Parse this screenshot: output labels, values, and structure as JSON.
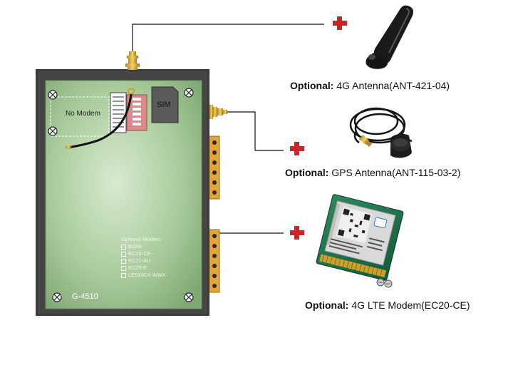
{
  "device": {
    "model": "G-4510",
    "no_modem_label": "No Modem",
    "sim_label": "SIM",
    "optional_modem_heading": "Optional Modem:",
    "optional_modem_list": [
      "BG96",
      "EC20-CE",
      "EC21-AU",
      "EC25-E",
      "LE910C4-WWX"
    ]
  },
  "options": [
    {
      "prefix": "Optional:",
      "name": "4G Antenna(ANT-421-04)",
      "icon": "plus-icon"
    },
    {
      "prefix": "Optional:",
      "name": "GPS Antenna(ANT-115-03-2)",
      "icon": "plus-icon"
    },
    {
      "prefix": "Optional:",
      "name": "4G LTE Modem(EC20-CE)",
      "icon": "plus-icon"
    }
  ],
  "colors": {
    "enclosure": "#3a3a3a",
    "board": "#a8c99a",
    "plus": "#d61f26",
    "connector": "#e0a43a",
    "modem_pcb": "#1f6b46"
  }
}
